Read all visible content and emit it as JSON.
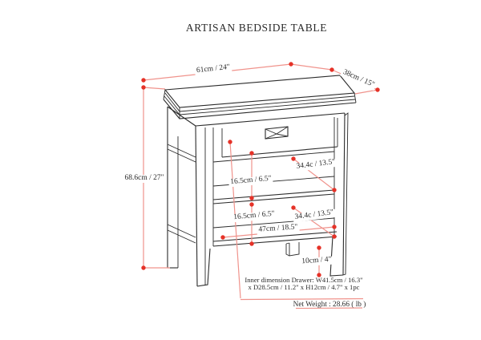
{
  "title": "ARTISAN BEDSIDE TABLE",
  "colors": {
    "ink": "#2b2b2b",
    "dim_line": "#f0938c",
    "dim_dot": "#e53228"
  },
  "dimensions": {
    "top_width": "61cm / 24\"",
    "top_depth": "38cm / 15\"",
    "height": "68.6cm / 27\"",
    "shelf_gap_upper": "16.5cm / 6.5\"",
    "shelf_gap_lower": "16.5cm / 6.5\"",
    "shelf_depth_upper": "34.4c / 13.5\"",
    "shelf_depth_lower": "34.4c / 13.5\"",
    "inner_width": "47cm / 18.5\"",
    "leg_height": "10cm / 4\""
  },
  "notes": {
    "drawer_inner_line1": "Inner dimension Drawer: W41.5cm / 16.3\"",
    "drawer_inner_line2": "x D28.5cm / 11.2\" x H12cm / 4.7\" x 1pc",
    "net_weight": "Net Weight : 28.66 ( lb )"
  }
}
